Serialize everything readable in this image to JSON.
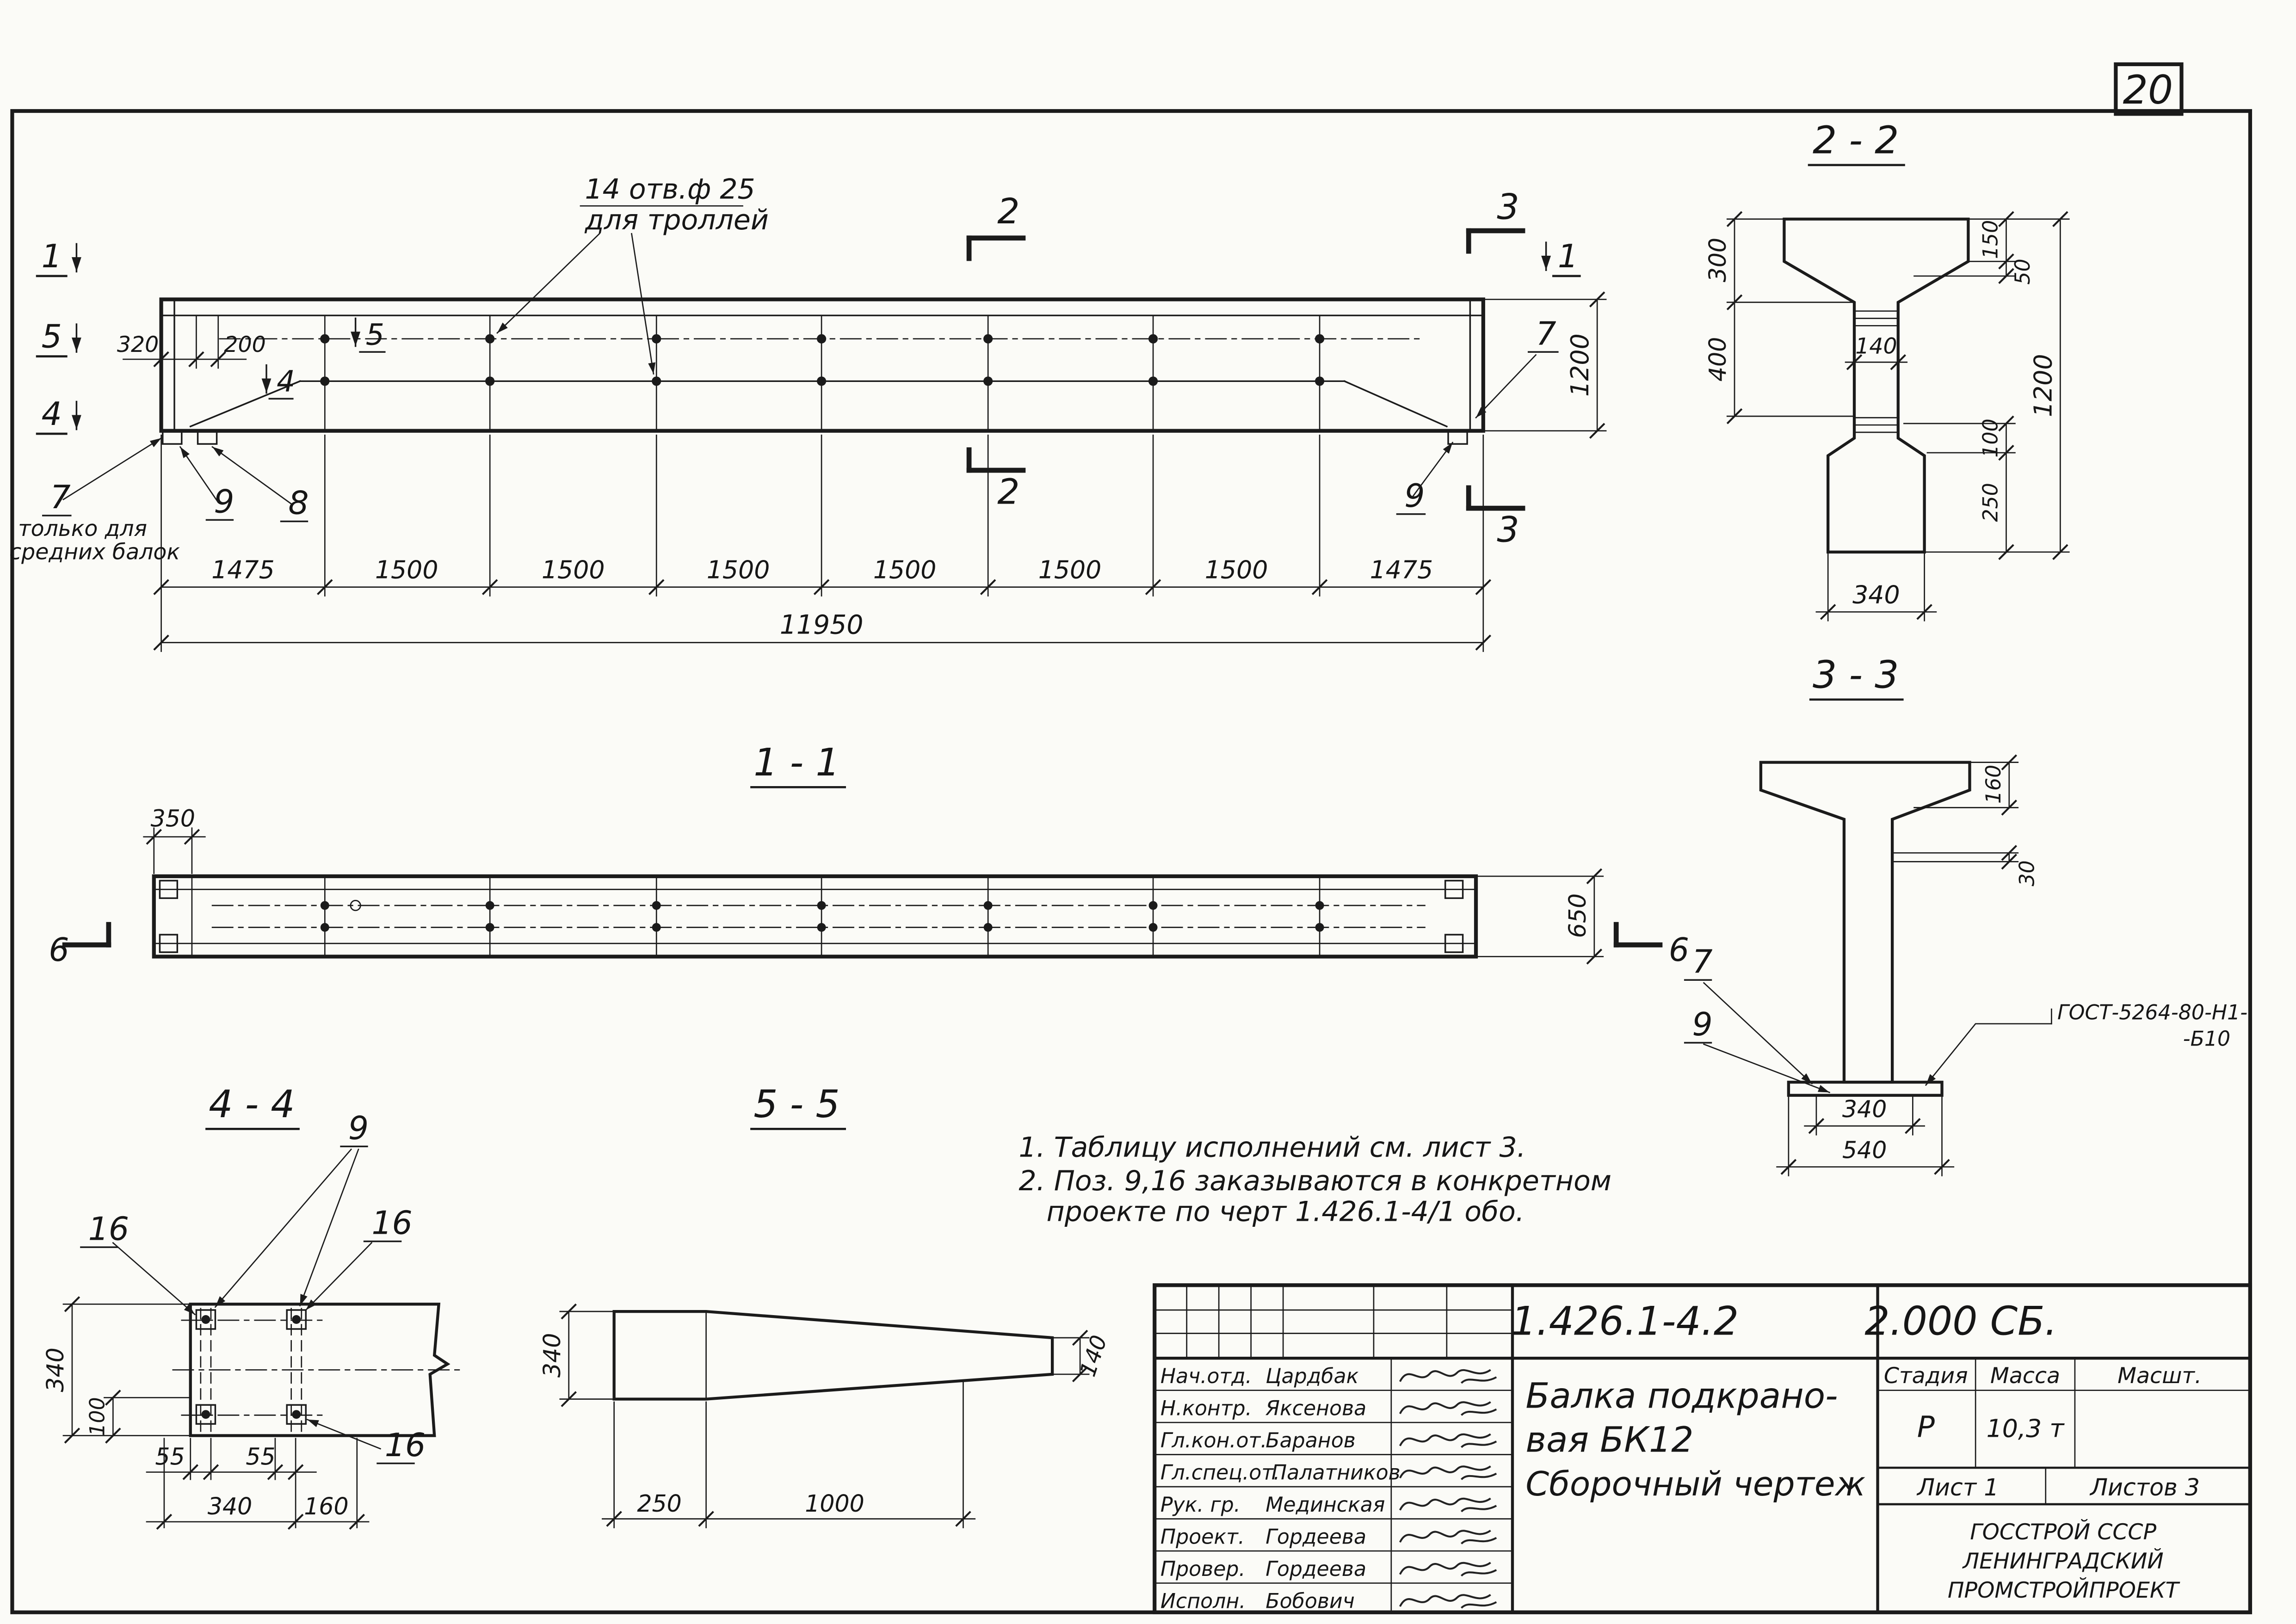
{
  "page_number": "20",
  "elevation": {
    "marks": {
      "m1": "1",
      "m5": "5",
      "m4": "4",
      "m5_inner": "5",
      "m4_inner": "4",
      "m2_top": "2",
      "m2_bottom": "2",
      "m3_top": "3",
      "m3_bottom": "3",
      "m1_right": "1"
    },
    "callouts": {
      "c7_left": "7",
      "c9_left": "9",
      "c8": "8",
      "c7_right": "7",
      "c9_right": "9"
    },
    "holes_label_line1": "14 отв.ф 25",
    "holes_label_line2": "для троллей",
    "left_note_line1": "только для",
    "left_note_line2": "средних балок",
    "dims": {
      "d320": "320",
      "d200": "200",
      "d1200": "1200",
      "total": "11950"
    },
    "chain": [
      "1475",
      "1500",
      "1500",
      "1500",
      "1500",
      "1500",
      "1500",
      "1475"
    ]
  },
  "section_2_2": {
    "title": "2 - 2",
    "dims": {
      "d300": "300",
      "d400": "400",
      "d140": "140",
      "d150": "150",
      "d50": "50",
      "d1200": "1200",
      "d100": "100",
      "d250": "250",
      "d340": "340"
    }
  },
  "section_1_1": {
    "title": "1 - 1",
    "dims": {
      "d350": "350",
      "d650": "650"
    },
    "marks": {
      "m6_left": "6",
      "m6_right": "6"
    }
  },
  "section_3_3": {
    "title": "3 - 3",
    "dims": {
      "d160": "160",
      "d30": "30",
      "d340": "340",
      "d540": "540"
    },
    "callouts": {
      "c7": "7",
      "c9": "9"
    },
    "gost_line1": "ГОСТ-5264-80-Н1-",
    "gost_line2": "-Б10"
  },
  "section_4_4": {
    "title": "4 - 4",
    "callouts": {
      "c9": "9",
      "c16_a": "16",
      "c16_b": "16",
      "c16_c": "16"
    },
    "dims": {
      "d340v": "340",
      "d100": "100",
      "d55a": "55",
      "d55b": "55",
      "d340h": "340",
      "d160": "160"
    }
  },
  "section_5_5": {
    "title": "5 - 5",
    "dims": {
      "d340": "340",
      "d140": "140",
      "d250": "250",
      "d1000": "1000"
    }
  },
  "notes": {
    "line1": "1. Таблицу исполнений  см. лист 3.",
    "line2": "2. Поз. 9,16 заказываются в конкретном",
    "line3": "проекте по черт 1.426.1-4/1 обо."
  },
  "title_block": {
    "doc_number": "1.426.1-4.2",
    "doc_code": "2.000 СБ.",
    "rows": [
      {
        "role": "Нач.отд.",
        "name": "Цардбак"
      },
      {
        "role": "Н.контр.",
        "name": "Яксенова"
      },
      {
        "role": "Гл.кон.от.",
        "name": "Баранов"
      },
      {
        "role": "Гл.спец.от.",
        "name": "Палатников"
      },
      {
        "role": "Рук. гр.",
        "name": "Мединская"
      },
      {
        "role": "Проект.",
        "name": "Гордеева"
      },
      {
        "role": "Провер.",
        "name": "Гордеева"
      },
      {
        "role": "Исполн.",
        "name": "Бобович"
      }
    ],
    "title_line1": "Балка  подкрано-",
    "title_line2": "вая  БК12",
    "title_line3": "Сборочный  чертеж",
    "stage_header": "Стадия",
    "mass_header": "Масса",
    "scale_header": "Масшт.",
    "stage_value": "Р",
    "mass_value": "10,3 т",
    "sheet": "Лист 1",
    "sheets": "Листов 3",
    "org_line1": "ГОССТРОЙ СССР",
    "org_line2": "ЛЕНИНГРАДСКИЙ",
    "org_line3": "ПРОМСТРОЙПРОЕКТ"
  }
}
